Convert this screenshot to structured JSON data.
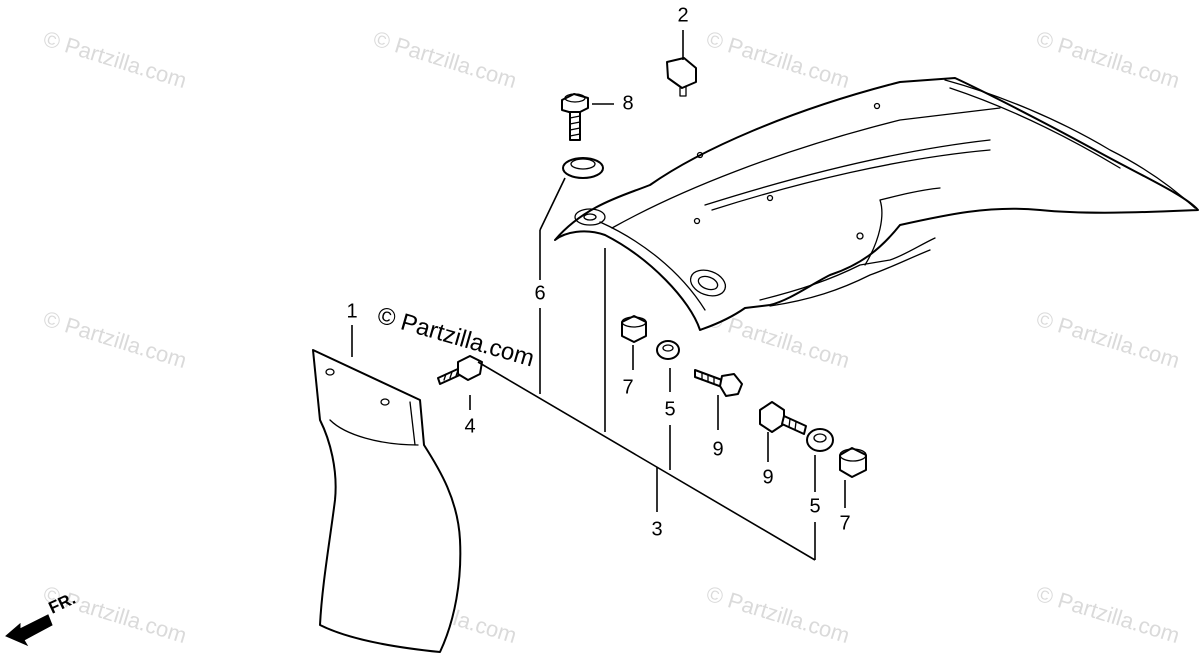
{
  "watermark": "© Partzilla.com",
  "center_watermark": "© Partzilla.com",
  "direction_label": "FR.",
  "callouts": {
    "c1": "1",
    "c2": "2",
    "c3": "3",
    "c4": "4",
    "c5a": "5",
    "c5b": "5",
    "c6": "6",
    "c7a": "7",
    "c7b": "7",
    "c8": "8",
    "c9a": "9",
    "c9b": "9"
  }
}
